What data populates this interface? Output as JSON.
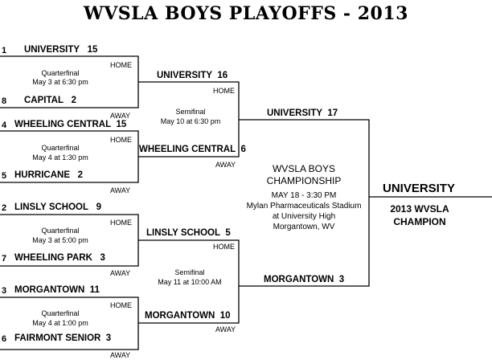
{
  "title": "WVSLA BOYS PLAYOFFS - 2013",
  "labels": {
    "home": "HOME",
    "away": "AWAY"
  },
  "quarterfinals": [
    {
      "top": {
        "seed": "1",
        "team": "UNIVERSITY",
        "score": "15"
      },
      "bottom": {
        "seed": "8",
        "team": "CAPITAL",
        "score": "2"
      },
      "round": "Quarterfinal",
      "when": "May 3 at 6:30 pm"
    },
    {
      "top": {
        "seed": "4",
        "team": "WHEELING CENTRAL",
        "score": "15"
      },
      "bottom": {
        "seed": "5",
        "team": "HURRICANE",
        "score": "2"
      },
      "round": "Quarterfinal",
      "when": "May 4 at 1:30 pm"
    },
    {
      "top": {
        "seed": "2",
        "team": "LINSLY SCHOOL",
        "score": "9"
      },
      "bottom": {
        "seed": "7",
        "team": "WHEELING PARK",
        "score": "3"
      },
      "round": "Quarterfinal",
      "when": "May 3 at 5:00 pm"
    },
    {
      "top": {
        "seed": "3",
        "team": "MORGANTOWN",
        "score": "11"
      },
      "bottom": {
        "seed": "6",
        "team": "FAIRMONT SENIOR",
        "score": "3"
      },
      "round": "Quarterfinal",
      "when": "May 4 at 1:00 pm"
    }
  ],
  "semifinals": [
    {
      "top": {
        "team": "UNIVERSITY",
        "score": "16"
      },
      "bottom": {
        "team": "WHEELING CENTRAL",
        "score": "6"
      },
      "round": "Semifinal",
      "when": "May 10 at 6:30 pm"
    },
    {
      "top": {
        "team": "LINSLY SCHOOL",
        "score": "5"
      },
      "bottom": {
        "team": "MORGANTOWN",
        "score": "10"
      },
      "round": "Semifinal",
      "when": "May 11 at 10:00 AM"
    }
  ],
  "final": {
    "top": {
      "team": "UNIVERSITY",
      "score": "17"
    },
    "bottom": {
      "team": "MORGANTOWN",
      "score": "3"
    },
    "title_line1": "WVSLA BOYS",
    "title_line2": "CHAMPIONSHIP",
    "date": "MAY 18 - 3:30 PM",
    "venue1": "Mylan Pharmaceuticals Stadium",
    "venue2": "at University High",
    "city": "Morgantown, WV"
  },
  "champion": {
    "team": "UNIVERSITY",
    "line1": "2013 WVSLA",
    "line2": "CHAMPION"
  }
}
